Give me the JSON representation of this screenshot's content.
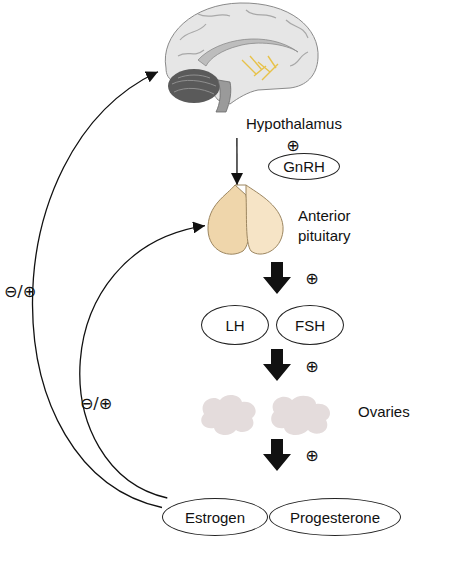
{
  "diagram": {
    "nodes": [
      {
        "text": [
          "Hypothalamus"
        ]
      },
      {
        "text": [
          "GnRH"
        ]
      },
      {
        "text": [
          "Anterior pituitary"
        ]
      },
      {
        "text": [
          "LH"
        ]
      },
      {
        "text": [
          "FSH"
        ]
      },
      {
        "text": [
          "Ovaries"
        ]
      },
      {
        "text": [
          "Estrogen"
        ]
      },
      {
        "text": [
          "Progesterone"
        ]
      }
    ],
    "edges": [
      {
        "from": 0,
        "to": 2,
        "arrow": "to"
      },
      {
        "from": 6,
        "to": 0,
        "arrow": "to",
        "label": "⊖/⊕"
      },
      {
        "from": 6,
        "to": 2,
        "arrow": "to",
        "label": "⊖/⊕"
      }
    ],
    "labels": [
      "⊕",
      "⊕",
      "⊕",
      "⊕"
    ]
  }
}
